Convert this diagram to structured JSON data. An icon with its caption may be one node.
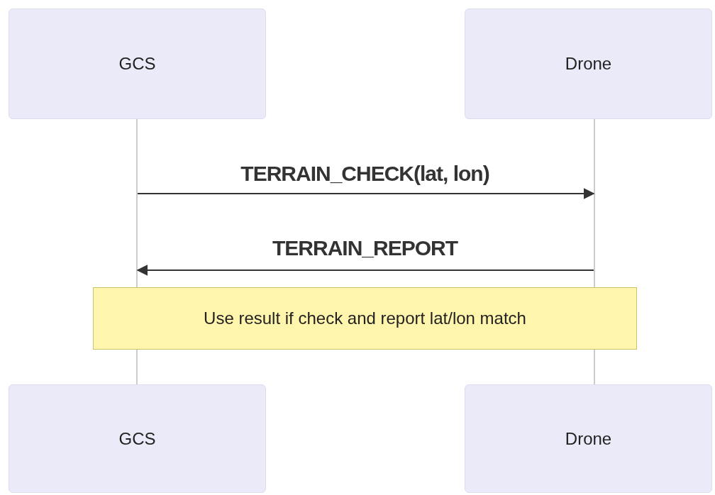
{
  "diagram": {
    "nodes": [
      {
        "text": [
          "GCS"
        ]
      },
      {
        "text": [
          "Drone"
        ]
      },
      {
        "text": [],
        "shape": "line"
      },
      {
        "text": [],
        "shape": "line"
      },
      {
        "text": [
          "Use result if check and report lat/lon match"
        ]
      },
      {
        "text": [
          "GCS"
        ]
      },
      {
        "text": [
          "Drone"
        ]
      }
    ],
    "edges": [
      {
        "from": 2,
        "to": 3,
        "arrow": "to",
        "label": "TERRAIN_CHECK(lat, lon)"
      },
      {
        "from": 3,
        "to": 2,
        "arrow": "to",
        "label": "TERRAIN_REPORT"
      }
    ]
  }
}
